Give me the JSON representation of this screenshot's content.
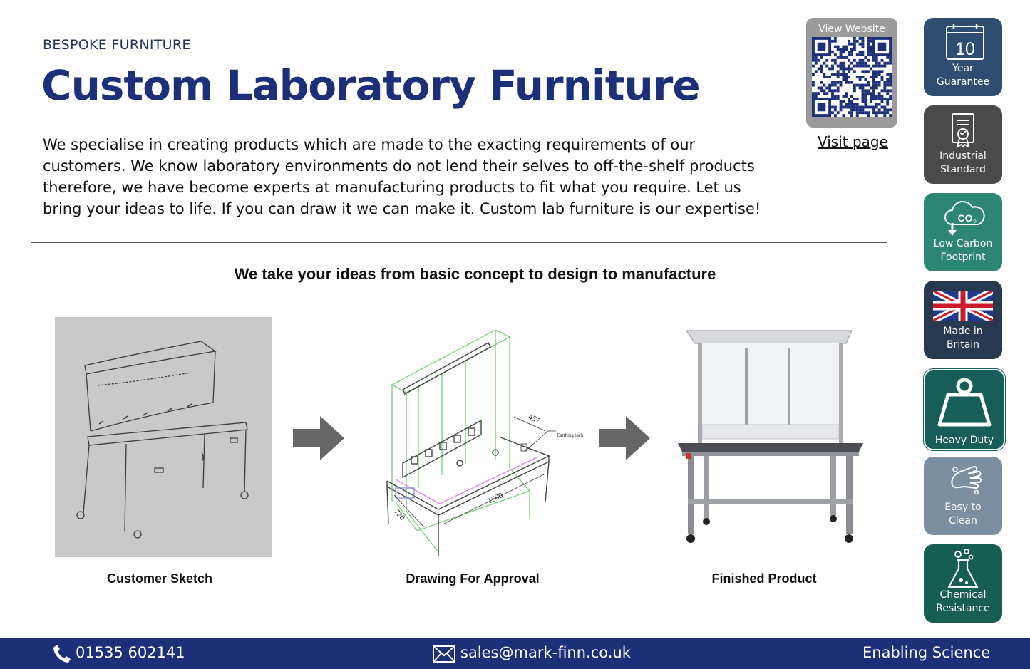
{
  "header": {
    "kicker": "BESPOKE FURNITURE",
    "title": "Custom Laboratory Furniture",
    "intro": "We specialise in creating products which are made to the exacting requirements of our customers. We know laboratory environments do not lend their selves to off-the-shelf products therefore, we have become experts at manufacturing products to fit what you require. Let us bring your ideas to life. If you can draw it we can make it. Custom lab furniture is our expertise!"
  },
  "qr": {
    "label": "View Website",
    "link": "Visit page"
  },
  "badges": [
    {
      "number": "10",
      "label_line1": "Year",
      "label_line2": "Guarantee",
      "icon": "calendar-icon",
      "color": "#2f4d70"
    },
    {
      "label_line1": "Industrial",
      "label_line2": "Standard",
      "icon": "certificate-icon",
      "color": "#4a4a4a"
    },
    {
      "label_line1": "Low Carbon",
      "label_line2": "Footprint",
      "icon": "co2-cloud-icon",
      "color": "#2d8673"
    },
    {
      "label_line1": "Made in",
      "label_line2": "Britain",
      "icon": "union-flag-icon",
      "color": "#26394f"
    },
    {
      "label_line1": "Heavy Duty",
      "icon": "weight-icon",
      "color": "#175e5a"
    },
    {
      "label_line1": "Easy to",
      "label_line2": "Clean",
      "icon": "cleaning-hand-icon",
      "color": "#7b8fa0"
    },
    {
      "label_line1": "Chemical",
      "label_line2": "Resistance",
      "icon": "flask-icon",
      "color": "#175e52"
    }
  ],
  "process": {
    "heading": "We take your ideas from basic concept to design to manufacture",
    "steps": [
      {
        "caption": "Customer Sketch"
      },
      {
        "caption": "Drawing For Approval"
      },
      {
        "caption": "Finished Product"
      }
    ],
    "drawing_labels": {
      "dim_depth": "720",
      "dim_length": "1500",
      "dim_height": "457",
      "callout": "Earthing jack"
    }
  },
  "footer": {
    "phone": "01535 602141",
    "email": "sales@mark-finn.co.uk",
    "tagline": "Enabling Science"
  },
  "colors": {
    "brand_navy": "#1c2f78",
    "divider": "#555555"
  }
}
